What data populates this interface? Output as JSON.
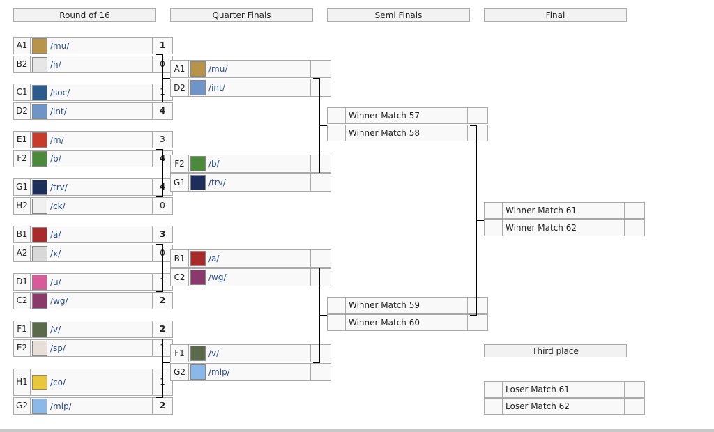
{
  "headers": {
    "r16": "Round of 16",
    "qf": "Quarter Finals",
    "sf": "Semi Finals",
    "final": "Final",
    "third": "Third place"
  },
  "r16": [
    {
      "seed": "A1",
      "name": "/mu/",
      "score": "1",
      "win": true,
      "logo": "#b8934a"
    },
    {
      "seed": "B2",
      "name": "/h/",
      "score": "0",
      "win": false,
      "logo": "#e6e6e6"
    },
    {
      "seed": "C1",
      "name": "/soc/",
      "score": "1",
      "win": false,
      "logo": "#2a5b8c"
    },
    {
      "seed": "D2",
      "name": "/int/",
      "score": "4",
      "win": true,
      "logo": "#6f95c8"
    },
    {
      "seed": "E1",
      "name": "/m/",
      "score": "3",
      "win": false,
      "logo": "#c83a2a"
    },
    {
      "seed": "F2",
      "name": "/b/",
      "score": "4",
      "win": true,
      "logo": "#4a8a3a"
    },
    {
      "seed": "G1",
      "name": "/trv/",
      "score": "4",
      "win": true,
      "logo": "#1e2e5a"
    },
    {
      "seed": "H2",
      "name": "/ck/",
      "score": "0",
      "win": false,
      "logo": "#f0f0f0"
    },
    {
      "seed": "B1",
      "name": "/a/",
      "score": "3",
      "win": true,
      "logo": "#a82a2a"
    },
    {
      "seed": "A2",
      "name": "/x/",
      "score": "0",
      "win": false,
      "logo": "#d8d8d8"
    },
    {
      "seed": "D1",
      "name": "/u/",
      "score": "1",
      "win": false,
      "logo": "#d85a9a"
    },
    {
      "seed": "C2",
      "name": "/wg/",
      "score": "2",
      "win": true,
      "logo": "#8a3a6a"
    },
    {
      "seed": "F1",
      "name": "/v/",
      "score": "2",
      "win": true,
      "logo": "#5a6a4a"
    },
    {
      "seed": "E2",
      "name": "/sp/",
      "score": "1",
      "win": false,
      "logo": "#e8e0d8"
    },
    {
      "seed": "H1",
      "name": "/co/",
      "score": "1",
      "win": false,
      "logo": "#e8c83a"
    },
    {
      "seed": "G2",
      "name": "/mlp/",
      "score": "2",
      "win": true,
      "logo": "#8ab8e8"
    }
  ],
  "qf": [
    {
      "seed": "A1",
      "name": "/mu/",
      "logo": "#b8934a"
    },
    {
      "seed": "D2",
      "name": "/int/",
      "logo": "#6f95c8"
    },
    {
      "seed": "F2",
      "name": "/b/",
      "logo": "#4a8a3a"
    },
    {
      "seed": "G1",
      "name": "/trv/",
      "logo": "#1e2e5a"
    },
    {
      "seed": "B1",
      "name": "/a/",
      "logo": "#a82a2a"
    },
    {
      "seed": "C2",
      "name": "/wg/",
      "logo": "#8a3a6a"
    },
    {
      "seed": "F1",
      "name": "/v/",
      "logo": "#5a6a4a"
    },
    {
      "seed": "G2",
      "name": "/mlp/",
      "logo": "#8ab8e8"
    }
  ],
  "sf": [
    "Winner Match 57",
    "Winner Match 58",
    "Winner Match 59",
    "Winner Match 60"
  ],
  "final": [
    "Winner Match 61",
    "Winner Match 62"
  ],
  "third": [
    "Loser Match 61",
    "Loser Match 62"
  ]
}
